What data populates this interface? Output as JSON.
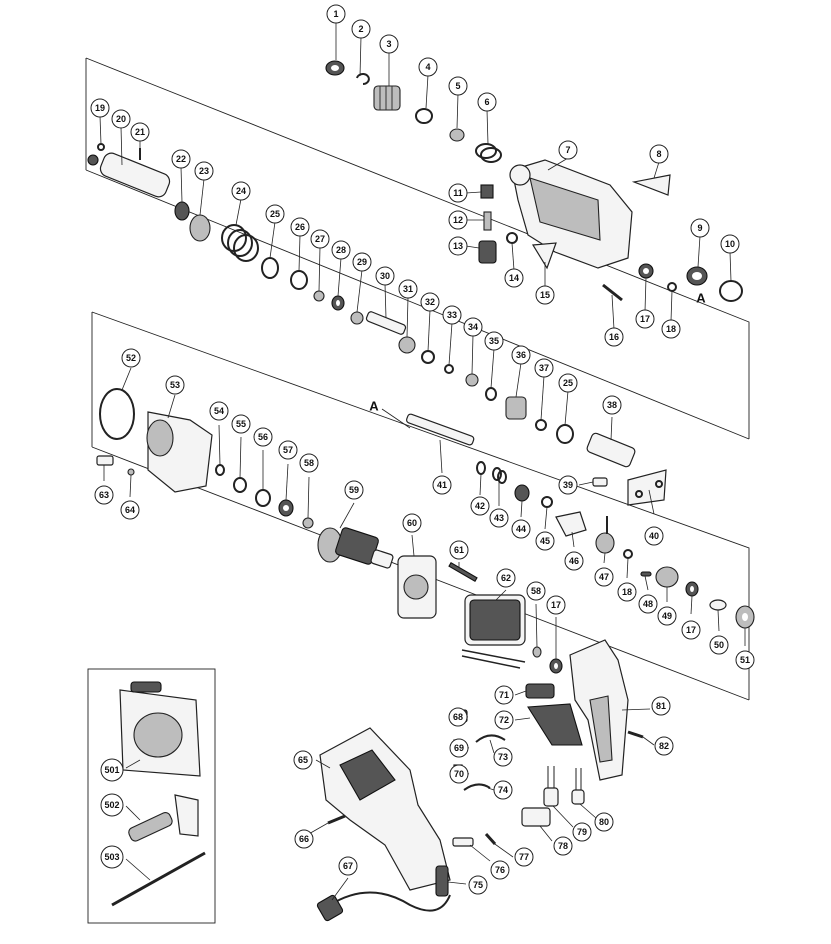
{
  "callouts": [
    {
      "id": "1",
      "label": "1"
    },
    {
      "id": "2",
      "label": "2"
    },
    {
      "id": "3",
      "label": "3"
    },
    {
      "id": "4",
      "label": "4"
    },
    {
      "id": "5",
      "label": "5"
    },
    {
      "id": "6",
      "label": "6"
    },
    {
      "id": "7",
      "label": "7"
    },
    {
      "id": "8",
      "label": "8"
    },
    {
      "id": "9",
      "label": "9"
    },
    {
      "id": "10",
      "label": "10"
    },
    {
      "id": "11",
      "label": "11"
    },
    {
      "id": "12",
      "label": "12"
    },
    {
      "id": "13",
      "label": "13"
    },
    {
      "id": "14",
      "label": "14"
    },
    {
      "id": "15",
      "label": "15"
    },
    {
      "id": "16",
      "label": "16"
    },
    {
      "id": "17a",
      "label": "17"
    },
    {
      "id": "18a",
      "label": "18"
    },
    {
      "id": "19",
      "label": "19"
    },
    {
      "id": "20",
      "label": "20"
    },
    {
      "id": "21",
      "label": "21"
    },
    {
      "id": "22",
      "label": "22"
    },
    {
      "id": "23",
      "label": "23"
    },
    {
      "id": "24",
      "label": "24"
    },
    {
      "id": "25a",
      "label": "25"
    },
    {
      "id": "26",
      "label": "26"
    },
    {
      "id": "27",
      "label": "27"
    },
    {
      "id": "28",
      "label": "28"
    },
    {
      "id": "29",
      "label": "29"
    },
    {
      "id": "30",
      "label": "30"
    },
    {
      "id": "31",
      "label": "31"
    },
    {
      "id": "32",
      "label": "32"
    },
    {
      "id": "33",
      "label": "33"
    },
    {
      "id": "34",
      "label": "34"
    },
    {
      "id": "35",
      "label": "35"
    },
    {
      "id": "36",
      "label": "36"
    },
    {
      "id": "37",
      "label": "37"
    },
    {
      "id": "25b",
      "label": "25"
    },
    {
      "id": "38",
      "label": "38"
    },
    {
      "id": "39",
      "label": "39"
    },
    {
      "id": "40",
      "label": "40"
    },
    {
      "id": "41",
      "label": "41"
    },
    {
      "id": "42",
      "label": "42"
    },
    {
      "id": "43",
      "label": "43"
    },
    {
      "id": "44",
      "label": "44"
    },
    {
      "id": "45",
      "label": "45"
    },
    {
      "id": "46",
      "label": "46"
    },
    {
      "id": "47",
      "label": "47"
    },
    {
      "id": "18b",
      "label": "18"
    },
    {
      "id": "48",
      "label": "48"
    },
    {
      "id": "49",
      "label": "49"
    },
    {
      "id": "17b",
      "label": "17"
    },
    {
      "id": "50",
      "label": "50"
    },
    {
      "id": "51",
      "label": "51"
    },
    {
      "id": "52",
      "label": "52"
    },
    {
      "id": "53",
      "label": "53"
    },
    {
      "id": "54",
      "label": "54"
    },
    {
      "id": "55",
      "label": "55"
    },
    {
      "id": "56",
      "label": "56"
    },
    {
      "id": "57",
      "label": "57"
    },
    {
      "id": "58a",
      "label": "58"
    },
    {
      "id": "59",
      "label": "59"
    },
    {
      "id": "60",
      "label": "60"
    },
    {
      "id": "61",
      "label": "61"
    },
    {
      "id": "62",
      "label": "62"
    },
    {
      "id": "58b",
      "label": "58"
    },
    {
      "id": "17c",
      "label": "17"
    },
    {
      "id": "63",
      "label": "63"
    },
    {
      "id": "64",
      "label": "64"
    },
    {
      "id": "65",
      "label": "65"
    },
    {
      "id": "66",
      "label": "66"
    },
    {
      "id": "67",
      "label": "67"
    },
    {
      "id": "68",
      "label": "68"
    },
    {
      "id": "69",
      "label": "69"
    },
    {
      "id": "70",
      "label": "70"
    },
    {
      "id": "71",
      "label": "71"
    },
    {
      "id": "72",
      "label": "72"
    },
    {
      "id": "73",
      "label": "73"
    },
    {
      "id": "74",
      "label": "74"
    },
    {
      "id": "75",
      "label": "75"
    },
    {
      "id": "76",
      "label": "76"
    },
    {
      "id": "77",
      "label": "77"
    },
    {
      "id": "78",
      "label": "78"
    },
    {
      "id": "79",
      "label": "79"
    },
    {
      "id": "80",
      "label": "80"
    },
    {
      "id": "81",
      "label": "81"
    },
    {
      "id": "82",
      "label": "82"
    },
    {
      "id": "501",
      "label": "501"
    },
    {
      "id": "502",
      "label": "502"
    },
    {
      "id": "503",
      "label": "503"
    }
  ],
  "markers": {
    "a_right": "A",
    "a_left": "A"
  }
}
